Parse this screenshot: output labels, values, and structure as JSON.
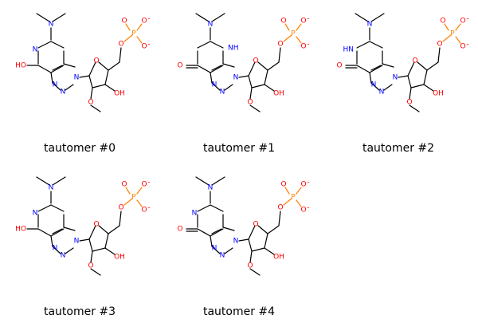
{
  "colors": {
    "bond": "#000000",
    "nitrogen": "#0000FF",
    "oxygen": "#FF0000",
    "phosphorus": "#FF8000"
  },
  "cells": [
    {
      "caption": "tautomer #0",
      "labels": {
        "n_top": "N",
        "n_left": "N",
        "n_imid_top": "N",
        "n_imid_bottom": "N",
        "n_glyc": "N",
        "o_c6": "HO",
        "nh_left": "",
        "nh_right": "",
        "o_ring": "O",
        "o_oh": "OH",
        "o_ome": "O",
        "o_link": "O",
        "p": "P",
        "o_p1": "O",
        "o_p2": "O",
        "o_p3": "O",
        "minus": "-"
      },
      "c6_double": false
    },
    {
      "caption": "tautomer #1",
      "labels": {
        "n_top": "N",
        "n_left": "",
        "n_imid_top": "N",
        "n_imid_bottom": "N",
        "n_glyc": "N",
        "o_c6": "O",
        "nh_left": "",
        "nh_right": "NH",
        "o_ring": "O",
        "o_oh": "OH",
        "o_ome": "O",
        "o_link": "O",
        "p": "P",
        "o_p1": "O",
        "o_p2": "O",
        "o_p3": "O",
        "minus": "-"
      },
      "c6_double": true
    },
    {
      "caption": "tautomer #2",
      "labels": {
        "n_top": "N",
        "n_left": "",
        "n_imid_top": "N",
        "n_imid_bottom": "N",
        "n_glyc": "N",
        "o_c6": "O",
        "nh_left": "HN",
        "nh_right": "",
        "o_ring": "O",
        "o_oh": "OH",
        "o_ome": "O",
        "o_link": "O",
        "p": "P",
        "o_p1": "O",
        "o_p2": "O",
        "o_p3": "O",
        "minus": "-"
      },
      "c6_double": true
    },
    {
      "caption": "tautomer #3",
      "labels": {
        "n_top": "N",
        "n_left": "N",
        "n_imid_top": "N",
        "n_imid_bottom": "N",
        "n_glyc": "N",
        "o_c6": "HO",
        "nh_left": "",
        "nh_right": "",
        "o_ring": "O",
        "o_oh": "OH",
        "o_ome": "O",
        "o_link": "O",
        "p": "P",
        "o_p1": "O",
        "o_p2": "O",
        "o_p3": "O",
        "minus": "-"
      },
      "c6_double": false
    },
    {
      "caption": "tautomer #4",
      "labels": {
        "n_top": "N",
        "n_left": "N",
        "n_imid_top": "N",
        "n_imid_bottom": "N",
        "n_glyc": "N",
        "o_c6": "O",
        "nh_left": "",
        "nh_right": "",
        "o_ring": "O",
        "o_oh": "OH",
        "o_ome": "O",
        "o_link": "O",
        "p": "P",
        "o_p1": "O",
        "o_p2": "O",
        "o_p3": "O",
        "minus": "-"
      },
      "c6_double": true
    }
  ]
}
